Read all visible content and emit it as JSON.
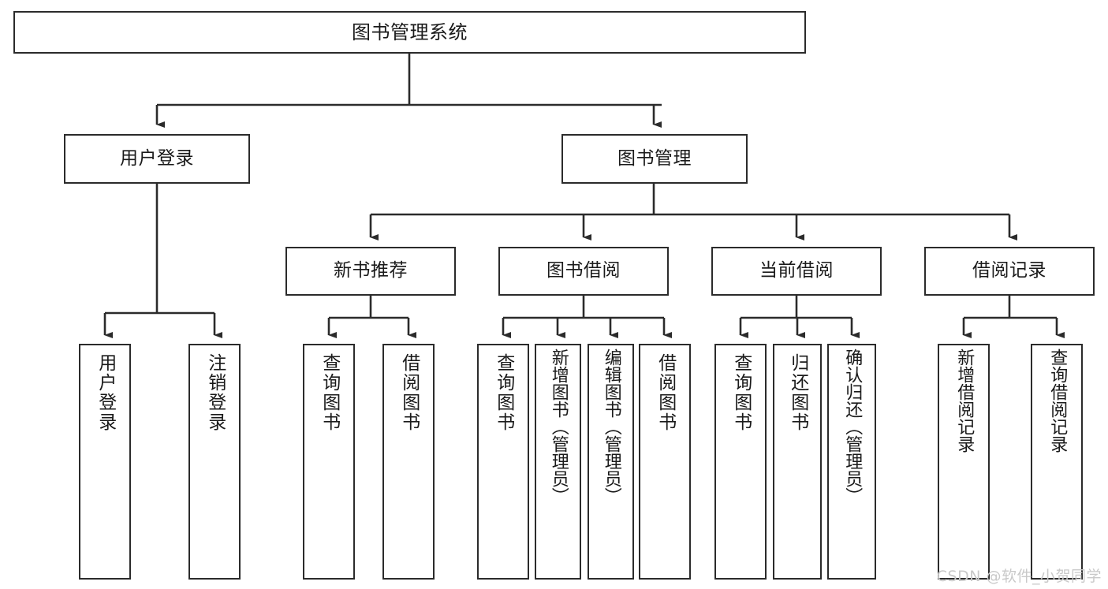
{
  "diagram": {
    "type": "tree-hierarchy-chart",
    "title": "图书管理系统",
    "edge_color": "#2b2b2b",
    "box_border_color": "#2b2b2b",
    "box_fill_color": "#ffffff",
    "text_color": "#1a1a1a"
  },
  "nodes": {
    "root": {
      "label": "图书管理系统"
    },
    "level2": [
      {
        "id": "user-login",
        "label": "用户登录"
      },
      {
        "id": "book-management",
        "label": "图书管理"
      }
    ],
    "level3": [
      {
        "id": "new-book-recommend",
        "label": "新书推荐"
      },
      {
        "id": "book-borrow",
        "label": "图书借阅"
      },
      {
        "id": "current-borrow",
        "label": "当前借阅"
      },
      {
        "id": "borrow-record",
        "label": "借阅记录"
      }
    ],
    "leaves": [
      {
        "id": "user-login-leaf",
        "label": "用户登录"
      },
      {
        "id": "logout-leaf",
        "label": "注销登录"
      },
      {
        "id": "query-book-recommend",
        "label": "查询图书"
      },
      {
        "id": "borrow-book-recommend",
        "label": "借阅图书"
      },
      {
        "id": "query-book-borrow",
        "label": "查询图书"
      },
      {
        "id": "add-book-admin",
        "label": "新增图书（管理员）"
      },
      {
        "id": "edit-book-admin",
        "label": "编辑图书（管理员）"
      },
      {
        "id": "borrow-book",
        "label": "借阅图书"
      },
      {
        "id": "query-book-current",
        "label": "查询图书"
      },
      {
        "id": "return-book",
        "label": "归还图书"
      },
      {
        "id": "confirm-return-admin",
        "label": "确认归还（管理员）"
      },
      {
        "id": "add-borrow-record",
        "label": "新增借阅记录"
      },
      {
        "id": "query-borrow-record",
        "label": "查询借阅记录"
      }
    ]
  },
  "watermark": {
    "text": "CSDN @软件_小贺同学"
  }
}
